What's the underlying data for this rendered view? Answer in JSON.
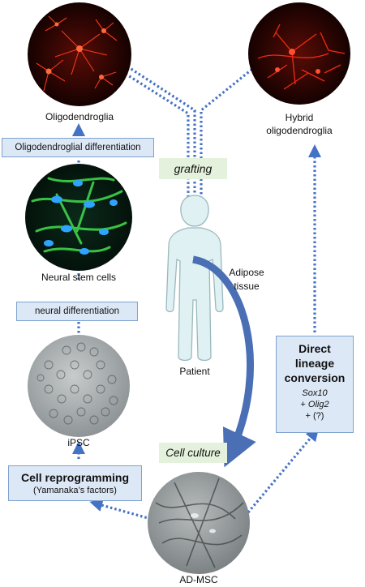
{
  "labels": {
    "oligodendroglia": "Oligodendroglia",
    "hybrid_line1": "Hybrid",
    "hybrid_line2": "oligodendroglia",
    "neural_stem_cells": "Neural stem cells",
    "ipsc": "iPSC",
    "ad_msc": "AD-MSC",
    "patient": "Patient",
    "adipose_line1": "Adipose",
    "adipose_line2": "tissue"
  },
  "boxes": {
    "oligo_diff": "Oligodendroglial differentiation",
    "neural_diff": "neural differentiation",
    "grafting": "grafting",
    "cell_culture": "Cell culture",
    "reprogramming_title": "Cell reprogramming",
    "reprogramming_sub": "(Yamanaka’s factors)",
    "direct_line1": "Direct",
    "direct_line2": "lineage",
    "direct_line3": "conversion",
    "direct_sox": "Sox10",
    "direct_olig_prefix": "+ ",
    "direct_olig": "Olig2",
    "direct_q": "+ (?)"
  },
  "colors": {
    "arrow": "#4472c4",
    "box_fill": "#dde8f6",
    "box_border": "#7ea2cf",
    "green_fill": "#e4f1dc",
    "body_fill": "#dff1f2",
    "body_stroke": "#9bb8be"
  }
}
